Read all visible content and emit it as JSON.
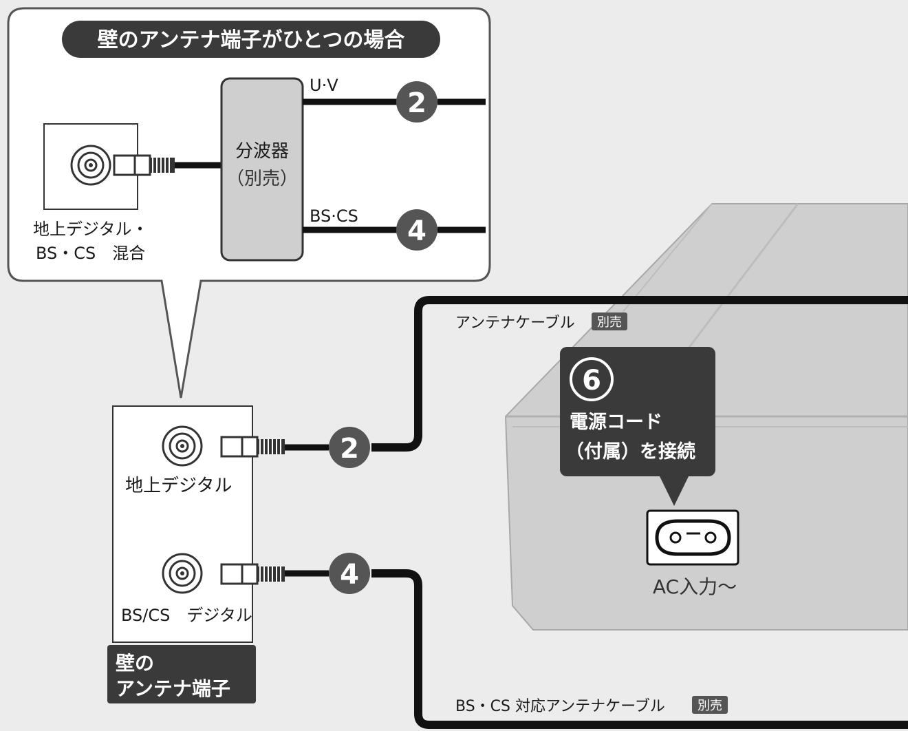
{
  "callout": {
    "title": "壁のアンテナ端子がひとつの場合",
    "wall_label_line1": "地上デジタル・",
    "wall_label_line2": "BS・CS　混合",
    "splitter_line1": "分波器",
    "splitter_line2": "（別売）",
    "uv_label": "U·V",
    "bscs_label": "BS·CS",
    "uv_step": "2",
    "bscs_step": "4"
  },
  "wall_outlet": {
    "terrestrial_label": "地上デジタル",
    "bscs_label": "BS/CS　デジタル",
    "caption_line1": "壁の",
    "caption_line2": "アンテナ端子",
    "terrestrial_step": "2",
    "bscs_step": "4"
  },
  "cables": {
    "antenna_cable": "アンテナケーブル",
    "antenna_cable_badge": "別売",
    "bscs_cable": "BS・CS 対応アンテナケーブル",
    "bscs_cable_badge": "別売"
  },
  "power": {
    "step": "6",
    "line1": "電源コード",
    "line2": "（付属）を接続",
    "ac_label": "AC入力～"
  },
  "colors": {
    "background": "#ececec",
    "device_fill": "#cfcfcf",
    "dark_box": "#3a3a3a",
    "cable": "#111111",
    "circle_badge": "#555555"
  }
}
